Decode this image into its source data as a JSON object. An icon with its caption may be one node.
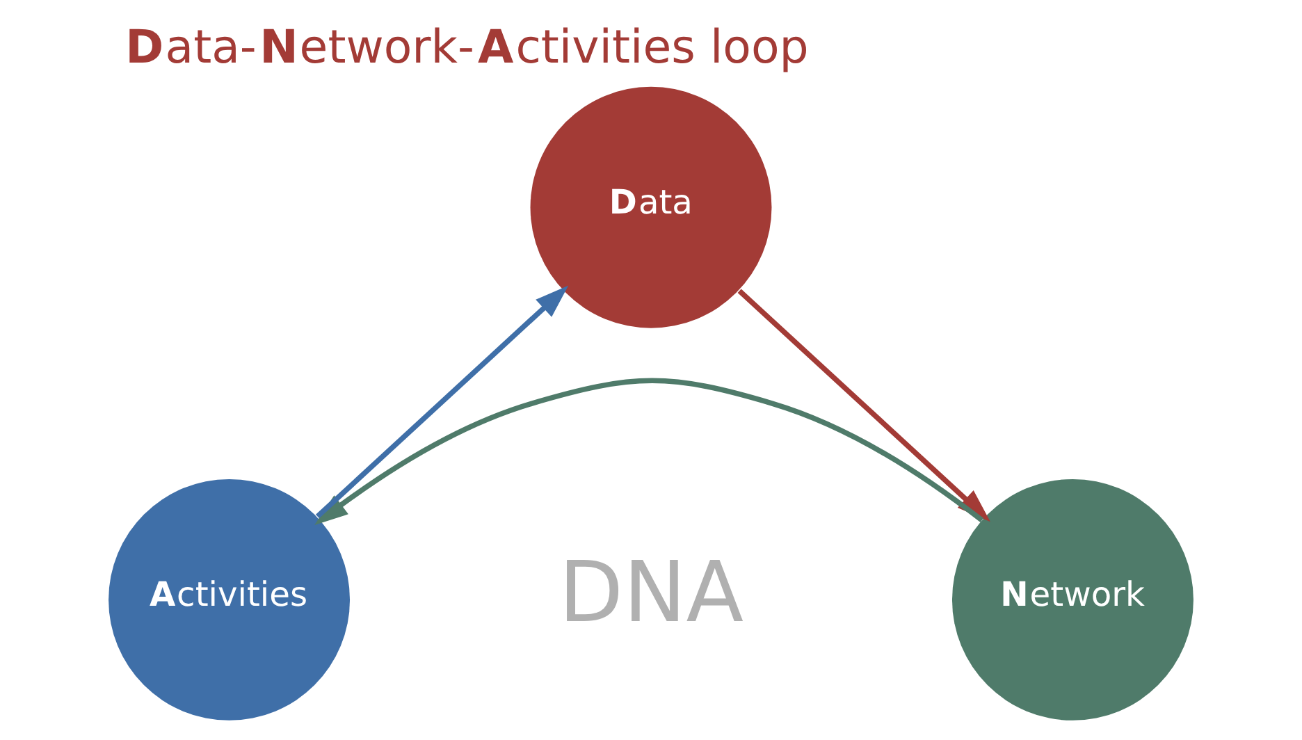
{
  "diagram": {
    "title": "**D**ata-**N**etwork-**A**ctivities loop",
    "nodes": [
      {
        "text": [
          "**D**ata"
        ]
      },
      {
        "text": [
          "**N**etwork"
        ]
      },
      {
        "text": [
          "**A**ctivities"
        ]
      }
    ],
    "edges": [
      {
        "from": 0,
        "to": 1,
        "arrow": "to",
        "color": "#a33b36"
      },
      {
        "from": 1,
        "to": 2,
        "arrow": "to",
        "color": "#4f7b6a"
      },
      {
        "from": 2,
        "to": 0,
        "arrow": "to",
        "color": "#3f6fa8"
      }
    ],
    "labels": [
      "DNA"
    ]
  }
}
